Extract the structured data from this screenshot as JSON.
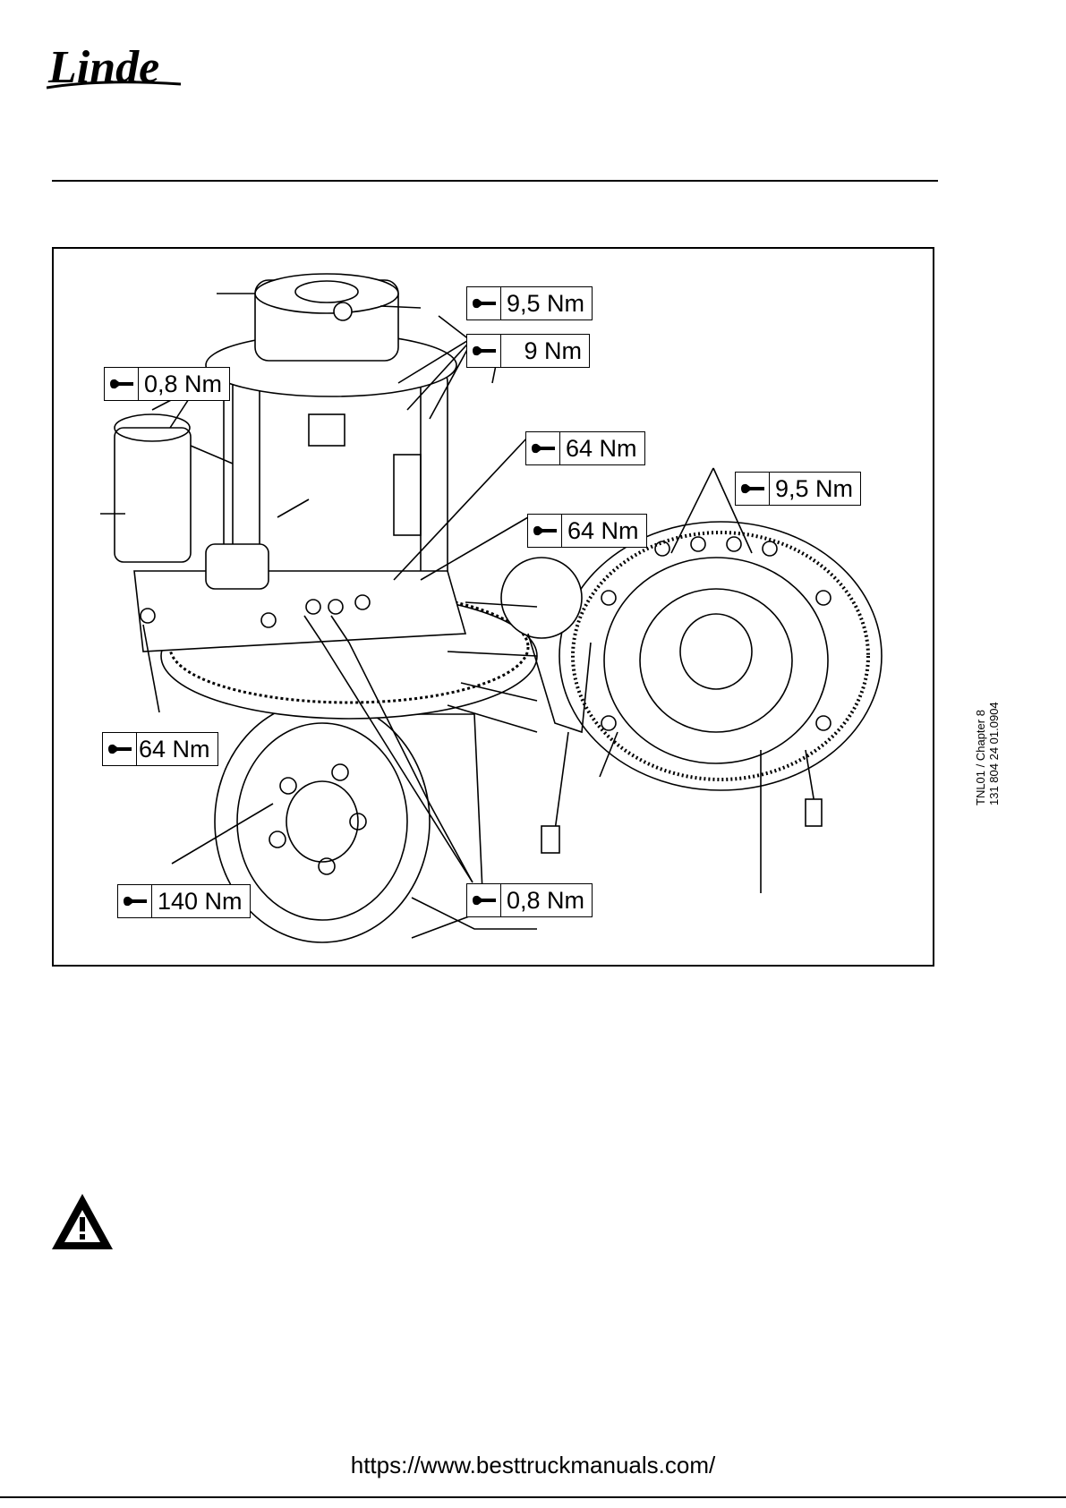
{
  "brand": {
    "logo_text": "Linde"
  },
  "figure": {
    "torque_labels": [
      {
        "id": "top-cap",
        "value": "9,5 Nm"
      },
      {
        "id": "top-bolts",
        "value": "9 Nm"
      },
      {
        "id": "sensor-left",
        "value": "0,8 Nm"
      },
      {
        "id": "motor-mount-1",
        "value": "64 Nm"
      },
      {
        "id": "motor-mount-2",
        "value": "64 Nm"
      },
      {
        "id": "brake-right",
        "value": "9,5 Nm"
      },
      {
        "id": "gear-left",
        "value": "64 Nm"
      },
      {
        "id": "wheel-nuts",
        "value": "140 Nm"
      },
      {
        "id": "sensor-bottom",
        "value": "0,8 Nm"
      }
    ]
  },
  "side_text": {
    "line1": "TNL01 / Chapter 8",
    "line2": "131 804 24 01.0904"
  },
  "footer": {
    "url": "https://www.besttruckmanuals.com/"
  }
}
